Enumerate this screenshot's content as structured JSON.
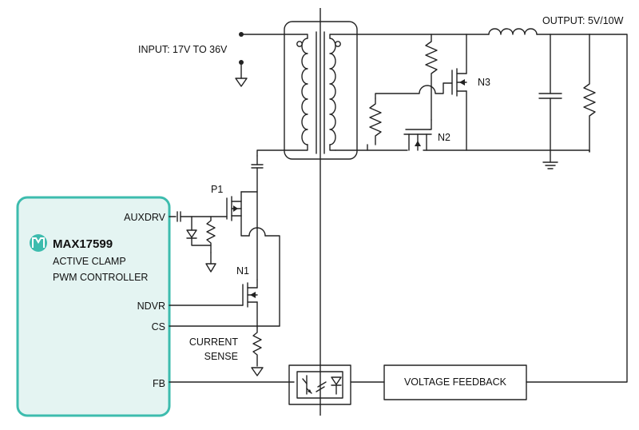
{
  "labels": {
    "output": "OUTPUT: 5V/10W",
    "input": "INPUT: 17V TO 36V",
    "n3": "N3",
    "n2": "N2",
    "p1": "P1",
    "n1": "N1",
    "auxdrv": "AUXDRV",
    "ndvr": "NDVR",
    "cs": "CS",
    "fb": "FB",
    "current_sense_1": "CURRENT",
    "current_sense_2": "SENSE",
    "voltage_feedback": "VOLTAGE FEEDBACK"
  },
  "controller": {
    "part": "MAX17599",
    "desc_line1": "ACTIVE CLAMP",
    "desc_line2": "PWM CONTROLLER"
  },
  "colors": {
    "controller_border": "#3dbcae",
    "controller_fill": "#e4f4f2",
    "logo": "#3dbcae"
  }
}
